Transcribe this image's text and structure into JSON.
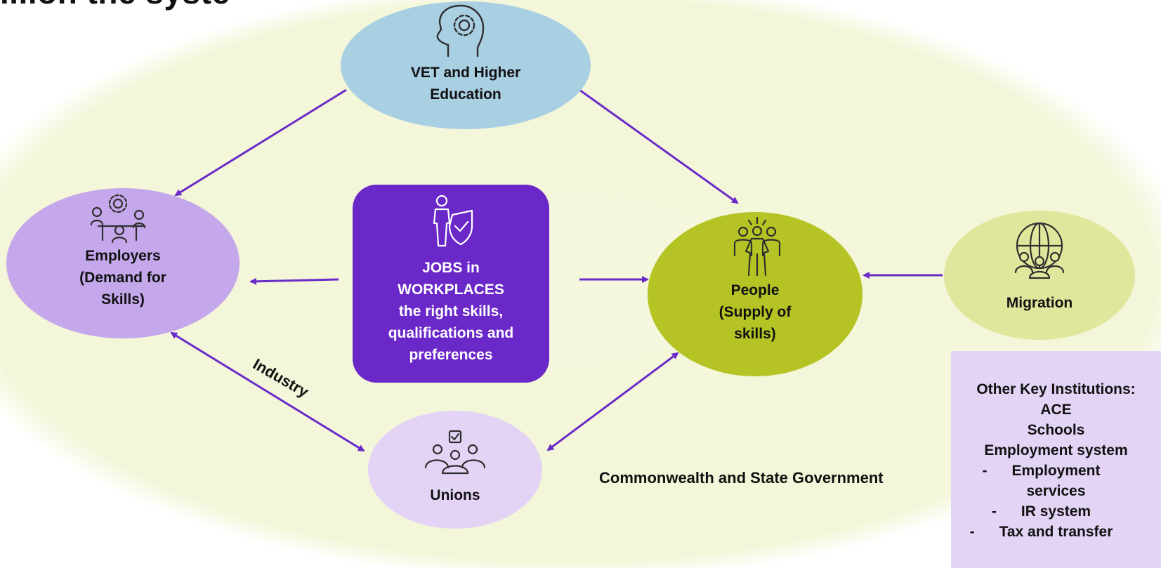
{
  "title": "...ion the syste",
  "nodes": {
    "vet": {
      "lines": [
        "VET and Higher",
        "Education"
      ],
      "icon": "head-gear-icon",
      "color": "#a9cfe3"
    },
    "employers": {
      "lines": [
        "Employers",
        "(Demand for",
        "Skills)"
      ],
      "icon": "meeting-gear-icon",
      "color": "#c4a8eb"
    },
    "jobs": {
      "lines": [
        "JOBS in",
        "WORKPLACES",
        "the right skills,",
        "qualifications and",
        "preferences"
      ],
      "icon": "worker-shield-icon",
      "color": "#6a28c8"
    },
    "people": {
      "lines": [
        "People",
        "(Supply of",
        "skills)"
      ],
      "icon": "group-people-icon",
      "color": "#b5c424"
    },
    "migration": {
      "lines": [
        "Migration"
      ],
      "icon": "globe-people-icon",
      "color": "#e0e79c"
    },
    "unions": {
      "lines": [
        "Unions"
      ],
      "icon": "checklist-people-icon",
      "color": "#e3d4f6"
    }
  },
  "labels": {
    "industry": "Industry",
    "government": "Commonwealth and State Government"
  },
  "institutions": {
    "title": "Other Key Institutions:",
    "items": [
      "ACE",
      "Schools",
      "Employment system"
    ],
    "subitems": [
      "Employment",
      "services",
      "IR system",
      "Tax and transfer"
    ]
  },
  "colors": {
    "background": "#f4f7dc",
    "arrow": "#6a2bc7"
  }
}
